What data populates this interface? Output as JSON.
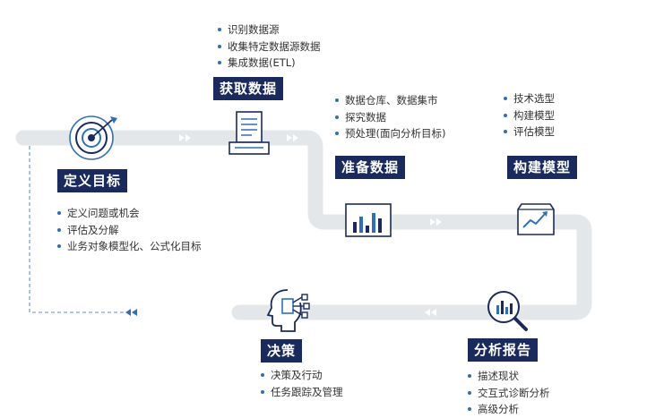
{
  "stages": [
    {
      "id": "define-goal",
      "label": "定义目标",
      "items": [
        "定义问题或机会",
        "评估及分解",
        "业务对象模型化、公式化目标"
      ]
    },
    {
      "id": "acquire-data",
      "label": "获取数据",
      "items": [
        "识别数据源",
        "收集特定数据源数据",
        "集成数据(ETL)"
      ]
    },
    {
      "id": "prepare-data",
      "label": "准备数据",
      "items": [
        "数据仓库、数据集市",
        "探究数据",
        "预处理(面向分析目标)"
      ]
    },
    {
      "id": "build-model",
      "label": "构建模型",
      "items": [
        "技术选型",
        "构建模型",
        "评估模型"
      ]
    },
    {
      "id": "analysis-report",
      "label": "分析报告",
      "items": [
        "描述现状",
        "交互式诊断分析",
        "高级分析"
      ]
    },
    {
      "id": "decision",
      "label": "决策",
      "items": [
        "决策及行动",
        "任务跟踪及管理"
      ]
    }
  ],
  "icons": {
    "define-goal": "target-icon",
    "acquire-data": "document-printer-icon",
    "prepare-data": "bar-chart-icon",
    "build-model": "line-chart-box-icon",
    "analysis-report": "magnifier-chart-icon",
    "decision": "head-circuit-icon"
  },
  "colors": {
    "track": "#e4e7ea",
    "navy": "#1b2a5c",
    "blue": "#2f6fb5",
    "dashed": "#7aa3d6"
  }
}
